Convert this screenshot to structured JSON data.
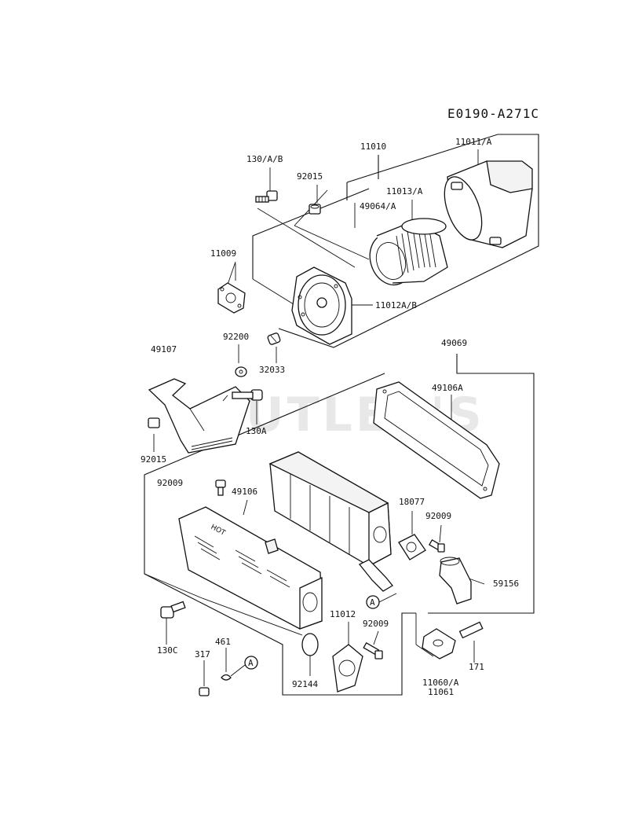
{
  "diagram_code": "E0190-A271C",
  "watermark": "CUTLER'S",
  "hot_mark": "HOT",
  "callouts": {
    "c_130AB": "130/A/B",
    "c_11010": "11010",
    "c_11011A": "11011/A",
    "c_92015_top": "92015",
    "c_11013A": "11013/A",
    "c_49064A": "49064/A",
    "c_11009": "11009",
    "c_11012AB": "11012A/B",
    "c_92200": "92200",
    "c_49107": "49107",
    "c_32033": "32033",
    "c_49069": "49069",
    "c_49106A": "49106A",
    "c_130A": "130A",
    "c_92015_left": "92015",
    "c_92009_top": "92009",
    "c_49106": "49106",
    "c_18077": "18077",
    "c_92009_right": "92009",
    "c_59156": "59156",
    "c_A_right": "A",
    "c_11012": "11012",
    "c_92009_bottom": "92009",
    "c_130C": "130C",
    "c_461": "461",
    "c_317": "317",
    "c_A_left": "A",
    "c_92144": "92144",
    "c_11060A": "11060/A",
    "c_11061": "11061",
    "c_171": "171"
  }
}
